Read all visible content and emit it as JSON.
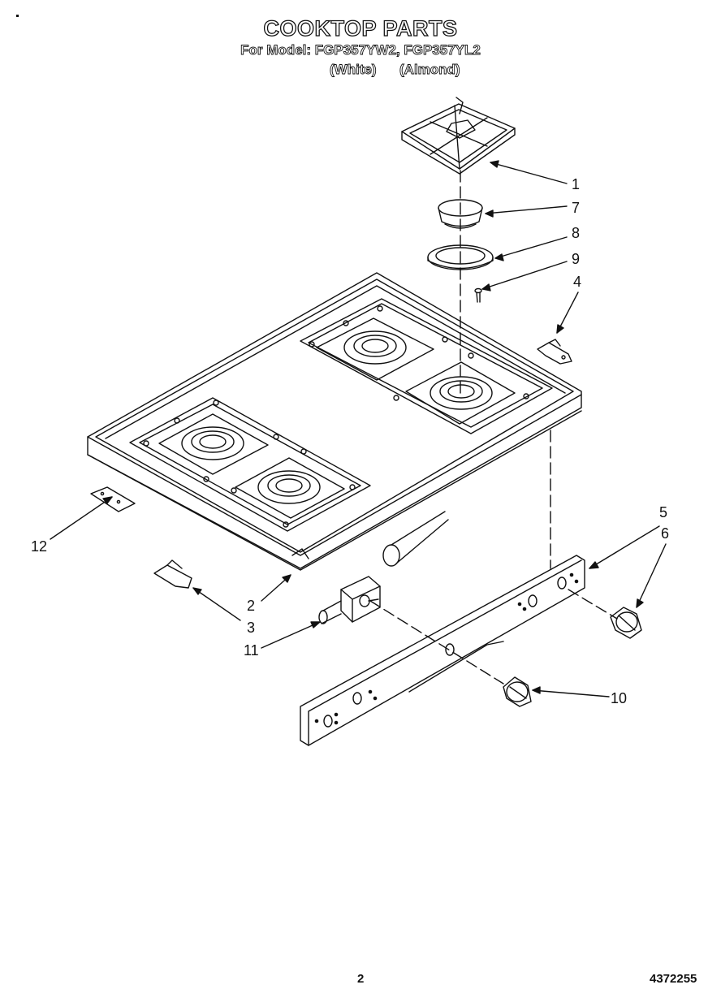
{
  "header": {
    "title": "COOKTOP PARTS",
    "subtitle": "For Model: FGP357YW2, FGP357YL2",
    "color_white": "(White)",
    "color_almond": "(Almond)"
  },
  "callouts": {
    "c1": "1",
    "c7": "7",
    "c8": "8",
    "c9": "9",
    "c4": "4",
    "c5": "5",
    "c6": "6",
    "c12": "12",
    "c2": "2",
    "c3": "3",
    "c11": "11",
    "c10": "10"
  },
  "footer": {
    "page": "2",
    "doc_number": "4372255"
  },
  "colors": {
    "ink": "#111111",
    "paper": "#ffffff"
  }
}
